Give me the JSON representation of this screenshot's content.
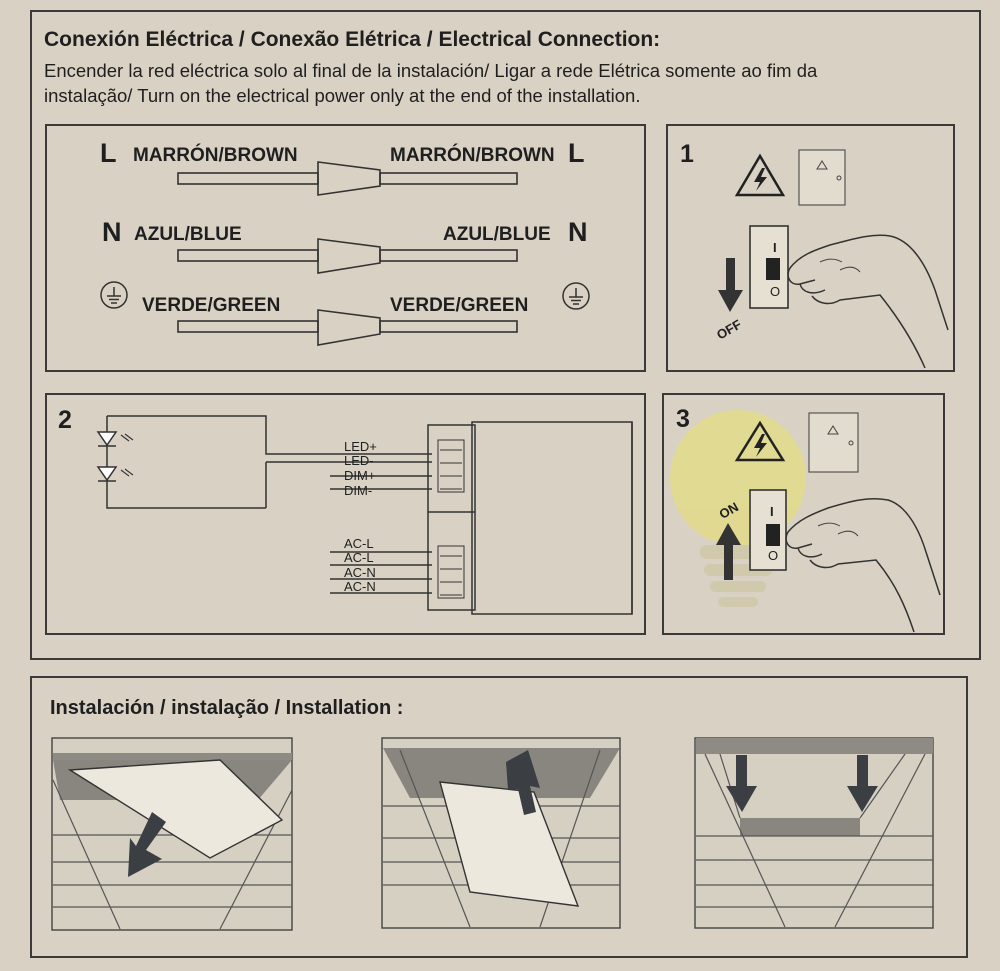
{
  "header": {
    "title": "Conexión Eléctrica / Conexão Elétrica / Electrical Connection:",
    "line1": "Encender la red eléctrica solo al final de la instalación/ Ligar a rede Elétrica somente ao fim da",
    "line2": "instalação/ Turn on the electrical power only at the end of the installation."
  },
  "wiring": {
    "l_symbol": "L",
    "n_symbol": "N",
    "brown_left": "MARRÓN/BROWN",
    "brown_right": "MARRÓN/BROWN",
    "blue_left": "AZUL/BLUE",
    "blue_right": "AZUL/BLUE",
    "green_left": "VERDE/GREEN",
    "green_right": "VERDE/GREEN"
  },
  "step1": {
    "number": "1",
    "off_label": "OFF",
    "switch_on_mark": "I",
    "switch_off_mark": "O"
  },
  "step2": {
    "number": "2",
    "led_terminals": [
      "LED+",
      "LED-",
      "DIM+",
      "DIM-"
    ],
    "ac_terminals": [
      "AC-L",
      "AC-L",
      "AC-N",
      "AC-N"
    ]
  },
  "step3": {
    "number": "3",
    "on_label": "ON",
    "switch_on_mark": "I",
    "switch_off_mark": "O"
  },
  "installation": {
    "title": "Instalación / instalação / Installation :"
  },
  "icons": [
    "high-voltage-warning-icon",
    "ground-symbol-icon",
    "arrow-down-icon",
    "arrow-up-icon",
    "hand-icon",
    "led-diode-icon"
  ],
  "colors": {
    "background": "#d9d2c4",
    "lines": "#3a3a3a",
    "arrow": "#3b3f44",
    "bulb": "#e8e06a"
  }
}
